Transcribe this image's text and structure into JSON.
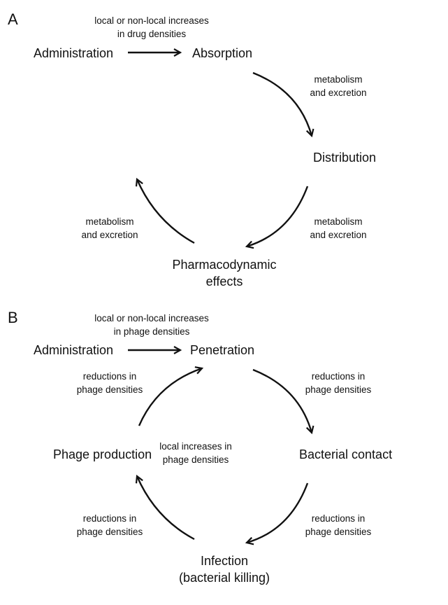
{
  "panel_a": {
    "letter": "A",
    "top_edge_label": [
      "local or non-local increases",
      "in drug densities"
    ],
    "administration": "Administration",
    "absorption": "Absorption",
    "distribution": "Distribution",
    "effects": [
      "Pharmacodynamic",
      "effects"
    ],
    "label_absorption_distribution": [
      "metabolism",
      "and excretion"
    ],
    "label_distribution_effects": [
      "metabolism",
      "and excretion"
    ],
    "label_effects_absorption": [
      "metabolism",
      "and excretion"
    ]
  },
  "panel_b": {
    "letter": "B",
    "top_edge_label": [
      "local or non-local increases",
      "in phage densities"
    ],
    "administration": "Administration",
    "penetration": "Penetration",
    "bacterial_contact": "Bacterial contact",
    "infection": [
      "Infection",
      "(bacterial killing)"
    ],
    "phage_production": "Phage production",
    "label_penetration_contact": [
      "reductions in",
      "phage densities"
    ],
    "label_contact_infection": [
      "reductions in",
      "phage densities"
    ],
    "label_infection_production": [
      "reductions in",
      "phage densities"
    ],
    "label_production_penetration": [
      "reductions in",
      "phage densities"
    ],
    "label_center": [
      "local increases in",
      "phage densities"
    ]
  }
}
